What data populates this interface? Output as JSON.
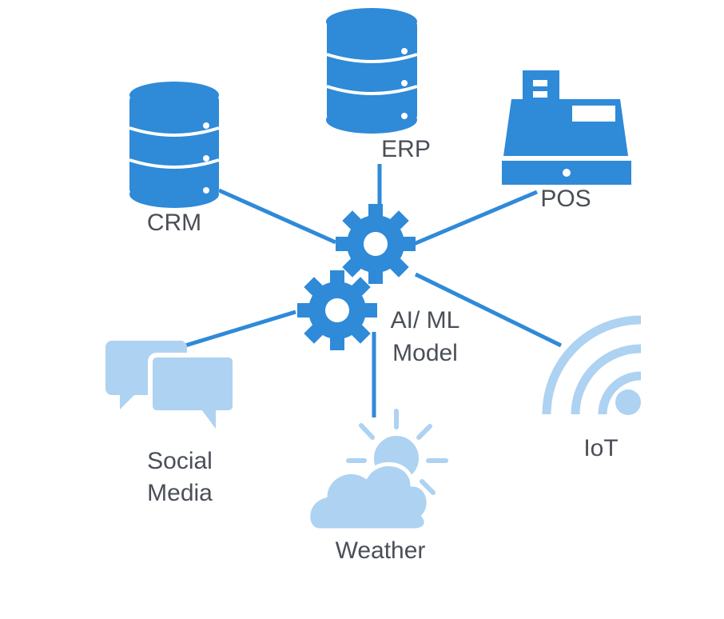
{
  "colors": {
    "primary": "#2f8ad8",
    "light": "#aed2f1",
    "text": "#4a4f57",
    "background": "#ffffff"
  },
  "nodes": {
    "crm": {
      "label": "CRM",
      "icon": "database-icon"
    },
    "erp": {
      "label": "ERP",
      "icon": "database-icon"
    },
    "pos": {
      "label": "POS",
      "icon": "cash-register-icon"
    },
    "model": {
      "line1": "AI/ ML",
      "line2": "Model",
      "icon": "gears-icon"
    },
    "social": {
      "line1": "Social",
      "line2": "Media",
      "icon": "chat-bubbles-icon"
    },
    "weather": {
      "label": "Weather",
      "icon": "sun-cloud-icon"
    },
    "iot": {
      "label": "IoT",
      "icon": "wifi-signal-icon"
    }
  }
}
